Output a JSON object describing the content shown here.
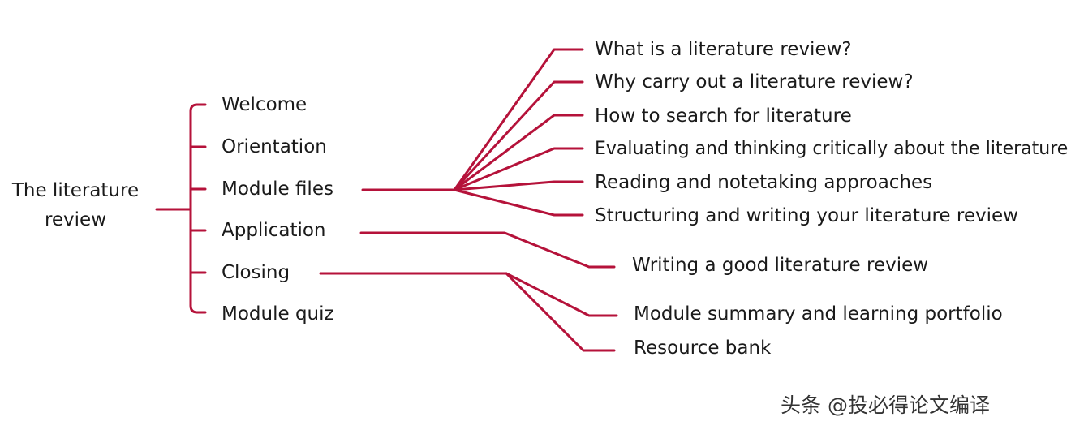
{
  "root": {
    "line1": "The literature",
    "line2": "review"
  },
  "branches": [
    {
      "id": "welcome",
      "label": "Welcome"
    },
    {
      "id": "orientation",
      "label": "Orientation"
    },
    {
      "id": "module-files",
      "label": "Module files"
    },
    {
      "id": "application",
      "label": "Application"
    },
    {
      "id": "closing",
      "label": "Closing"
    },
    {
      "id": "module-quiz",
      "label": "Module quiz"
    }
  ],
  "module_files_topics": [
    "What is a literature review?",
    "Why carry out a literature review?",
    "How to search for literature",
    "Evaluating and thinking critically about the literature",
    "Reading and notetaking approaches",
    "Structuring and writing your literature review"
  ],
  "application_topics": [
    "Writing a good literature review"
  ],
  "closing_topics": [
    "Module summary and learning portfolio",
    "Resource bank"
  ],
  "watermark": "头条 @投必得论文编译",
  "colors": {
    "connector": "#b5123a",
    "text": "#1a1a1a"
  }
}
